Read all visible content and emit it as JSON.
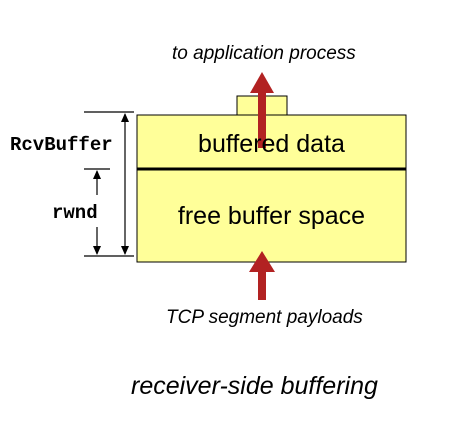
{
  "labels": {
    "to_application": "to application process",
    "tcp_payloads": "TCP segment payloads",
    "caption": "receiver-side buffering",
    "rcv_buffer": "RcvBuffer",
    "rwnd": "rwnd"
  },
  "buffer": {
    "buffered_data": "buffered data",
    "free_space": "free buffer space"
  },
  "colors": {
    "buffer_fill": "#ffff99",
    "arrow": "#b22222",
    "outline": "#000000"
  }
}
